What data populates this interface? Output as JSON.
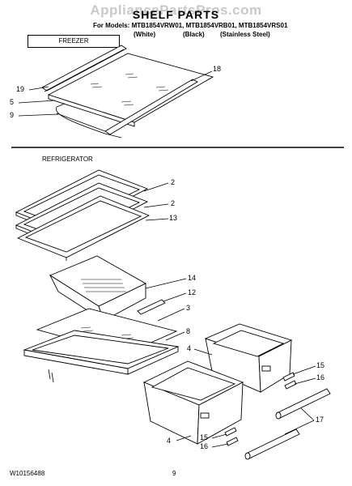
{
  "watermark": "AppliancePartsPros.com",
  "title": "SHELF PARTS",
  "models": {
    "prefix": "For Models:",
    "list": "MTB1854VRW01, MTB1854VRB01, MTB1854VRS01",
    "variants": [
      "(White)",
      "(Black)",
      "(Stainless Steel)"
    ]
  },
  "sections": {
    "freezer": "FREEZER",
    "refrigerator": "REFRIGERATOR"
  },
  "callouts": {
    "c18": "18",
    "c19": "19",
    "c5": "5",
    "c9": "9",
    "c2a": "2",
    "c2b": "2",
    "c13": "13",
    "c14": "14",
    "c12": "12",
    "c3": "3",
    "c8": "8",
    "c4a": "4",
    "c4b": "4",
    "c15a": "15",
    "c16a": "16",
    "c17": "17",
    "c15b": "15",
    "c16b": "16"
  },
  "footer": {
    "doc_number": "W10156488",
    "page_number": "9"
  }
}
